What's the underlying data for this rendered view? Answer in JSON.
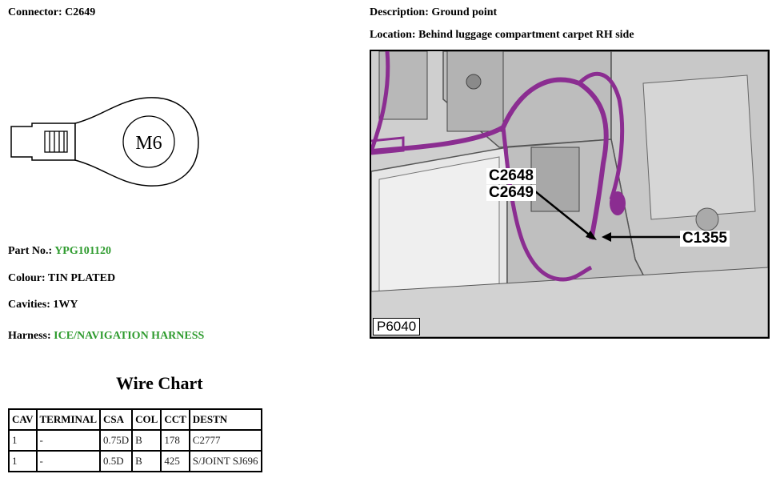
{
  "connector": {
    "label": "Connector:",
    "value": "C2649"
  },
  "diagram": {
    "stud_size": "M6"
  },
  "part_no": {
    "label": "Part No.:",
    "value": "YPG101120"
  },
  "colour": {
    "label": "Colour:",
    "value": "TIN PLATED"
  },
  "cavities": {
    "label": "Cavities:",
    "value": "1WY"
  },
  "harness": {
    "label": "Harness:",
    "value": "ICE/NAVIGATION HARNESS"
  },
  "description": {
    "label": "Description:",
    "value": "Ground point"
  },
  "location": {
    "label": "Location:",
    "value": "Behind luggage compartment carpet RH side"
  },
  "image": {
    "callouts": [
      "C2648",
      "C2649",
      "C1355"
    ],
    "reference": "P6040"
  },
  "wire_chart": {
    "title": "Wire Chart",
    "headers": [
      "CAV",
      "TERMINAL",
      "CSA",
      "COL",
      "CCT",
      "DESTN"
    ],
    "rows": [
      [
        "1",
        "-",
        "0.75D",
        "B",
        "178",
        "C2777"
      ],
      [
        "1",
        "-",
        "0.5D",
        "B",
        "425",
        "S/JOINT SJ696"
      ]
    ]
  },
  "colors": {
    "green_value": "#2e9b2e",
    "harness_purple": "#8b2d91"
  }
}
